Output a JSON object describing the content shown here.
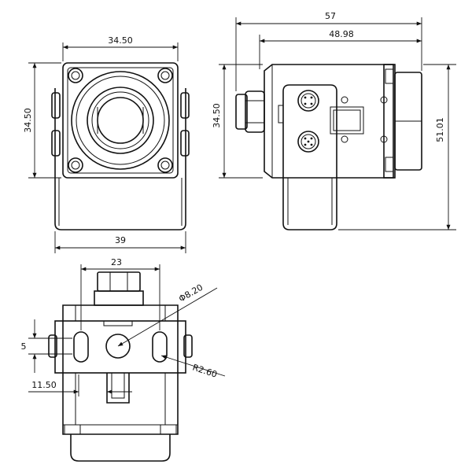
{
  "drawing": {
    "front_view": {
      "width_top": "34.50",
      "height_left": "34.50",
      "width_bottom": "39"
    },
    "side_view": {
      "overall_length": "57",
      "body_length": "48.98",
      "body_height": "34.50",
      "overall_height": "51.01"
    },
    "bottom_view": {
      "mount_width": "23",
      "hole_diameter": "Φ8.20",
      "slot_radius": "R2.60",
      "slot_offset": "5",
      "slot_depth": "11.50"
    }
  }
}
